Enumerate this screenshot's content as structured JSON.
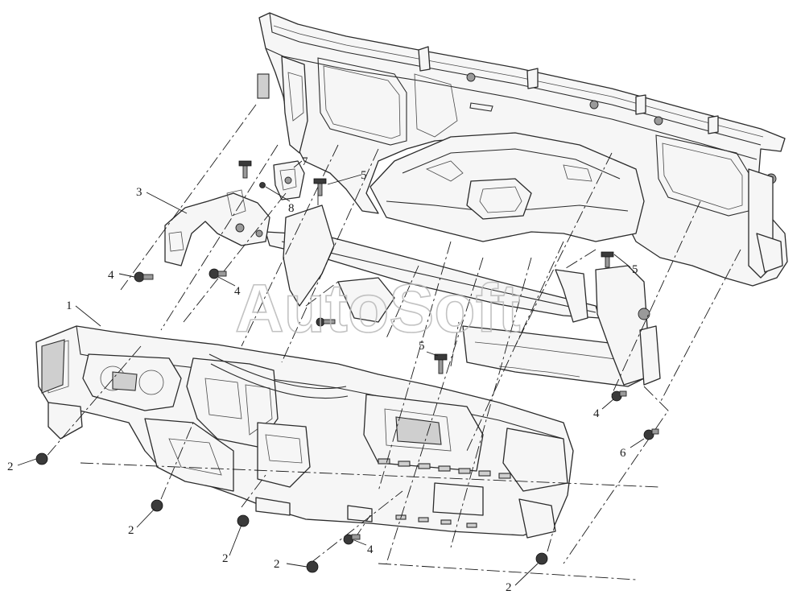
{
  "watermark": "AutoSoft",
  "callouts": [
    {
      "id": "c1",
      "label": "1"
    },
    {
      "id": "c2a",
      "label": "2"
    },
    {
      "id": "c2b",
      "label": "2"
    },
    {
      "id": "c2c",
      "label": "2"
    },
    {
      "id": "c2d",
      "label": "2"
    },
    {
      "id": "c2e",
      "label": "2"
    },
    {
      "id": "c3",
      "label": "3"
    },
    {
      "id": "c4a",
      "label": "4"
    },
    {
      "id": "c4b",
      "label": "4"
    },
    {
      "id": "c4c",
      "label": "4"
    },
    {
      "id": "c4d",
      "label": "4"
    },
    {
      "id": "c5a",
      "label": "5"
    },
    {
      "id": "c5b",
      "label": "5"
    },
    {
      "id": "c5c",
      "label": "5"
    },
    {
      "id": "c6",
      "label": "6"
    },
    {
      "id": "c7",
      "label": "7"
    },
    {
      "id": "c8",
      "label": "8"
    }
  ]
}
